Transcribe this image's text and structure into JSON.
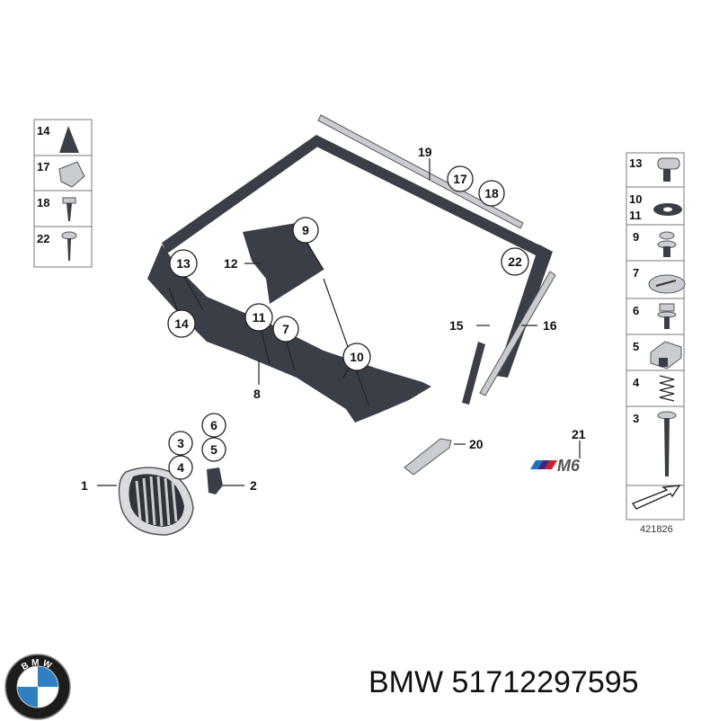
{
  "callouts": {
    "c1": "1",
    "c2": "2",
    "c3": "3",
    "c4": "4",
    "c5": "5",
    "c6": "6",
    "c7": "7",
    "c8": "8",
    "c9": "9",
    "c10": "10",
    "c11": "11",
    "c12": "12",
    "c13": "13",
    "c14": "14",
    "c15": "15",
    "c16": "16",
    "c17": "17",
    "c18": "18",
    "c19": "19",
    "c20": "20",
    "c21": "21",
    "c22": "22"
  },
  "left_panel": [
    "14",
    "17",
    "18",
    "22"
  ],
  "right_panel": [
    "13",
    "10",
    "11",
    "9",
    "7",
    "6",
    "5",
    "4",
    "3"
  ],
  "badge_text": "M6",
  "diagram_number": "421826",
  "logo_text": "BMW",
  "caption": {
    "brand": "BMW",
    "part_number": "51712297595"
  },
  "colors": {
    "part_dark": "#3a3f47",
    "logo_blue": "#2f7fc1",
    "logo_ring": "#1c1c1c",
    "m_blue": "#1e73be",
    "m_purple": "#3b2a7a",
    "m_red": "#d0202a"
  }
}
